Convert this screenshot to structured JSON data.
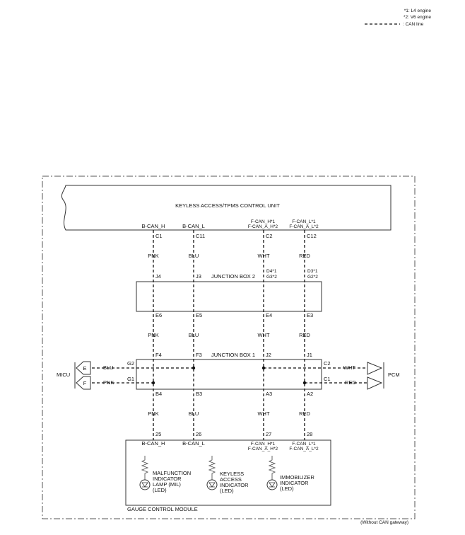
{
  "legend": {
    "note1": "*1: L4 engine",
    "note2": "*2: V6 engine",
    "can_line": ": CAN line"
  },
  "units": {
    "keyless": "KEYLESS ACCESS/TPMS CONTROL UNIT",
    "jbox2": "JUNCTION BOX 2",
    "jbox1": "JUNCTION BOX 1",
    "gauge": "GAUGE CONTROL MODULE",
    "micu": "MICU",
    "pcm": "PCM"
  },
  "keyless_signals": {
    "bcan_h": "B-CAN_H",
    "bcan_l": "B-CAN_L",
    "fcan_h1": "F-CAN_H*1",
    "fcan_h2": "F-CAN_A_H*2",
    "fcan_l1": "F-CAN_L*1",
    "fcan_l2": "F-CAN_A_L*2"
  },
  "keyless_pins": {
    "c1": "C1",
    "c11": "C11",
    "c2": "C2",
    "c12": "C12"
  },
  "wires": {
    "pnk": "PNK",
    "blu": "BLU",
    "wht": "WHT",
    "red": "RED"
  },
  "jbox2_pins": {
    "j4": "J4",
    "j3": "J3",
    "d4": "D4*1",
    "g3": "G3*2",
    "d3": "D3*1",
    "g2": "G2*2",
    "e6": "E6",
    "e5": "E5",
    "e4": "E4",
    "e3": "E3"
  },
  "jbox1_pins": {
    "f4": "F4",
    "f3": "F3",
    "j2": "J2",
    "j1": "J1",
    "g2": "G2",
    "g1": "G1",
    "c2": "C2",
    "c1": "C1",
    "b4": "B4",
    "b3": "B3",
    "a3": "A3",
    "a2": "A2"
  },
  "micu_connectors": {
    "e": "E",
    "f": "F"
  },
  "gauge_pins": {
    "p25": "25",
    "p26": "26",
    "p27": "27",
    "p28": "28"
  },
  "gauge_signals": {
    "bcan_h": "B-CAN_H",
    "bcan_l": "B-CAN_L",
    "fcan_h1": "F-CAN_H*1",
    "fcan_h2": "F-CAN_A_H*2",
    "fcan_l1": "F-CAN_L*1",
    "fcan_l2": "F-CAN_A_L*2"
  },
  "indicators": {
    "mil": [
      "MALFUNCTION",
      "INDICATOR",
      "LAMP (MIL)",
      "(LED)"
    ],
    "keyless": [
      "KEYLESS",
      "ACCESS",
      "INDICATOR",
      "(LED)"
    ],
    "immob": [
      "IMMOBILIZER",
      "INDICATOR",
      "(LED)"
    ]
  },
  "footnote": "(Without CAN gateway)"
}
